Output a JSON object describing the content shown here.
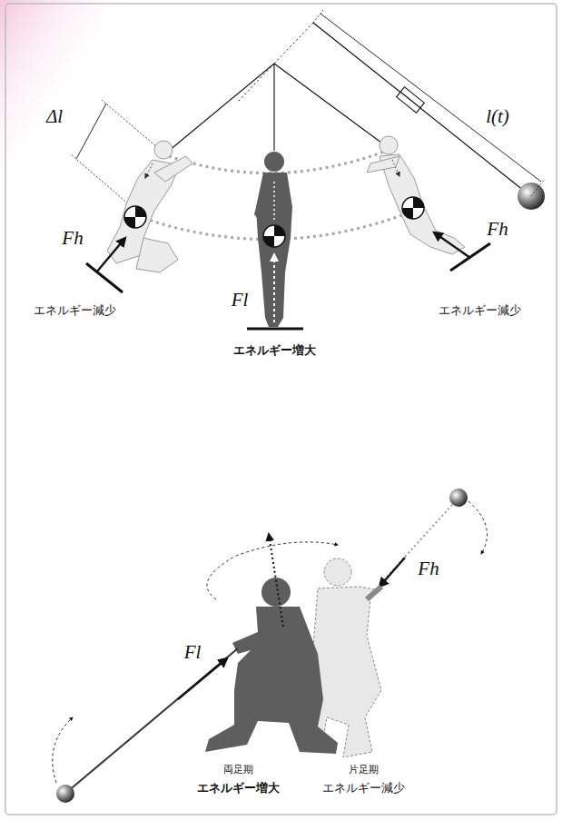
{
  "diagram": {
    "labels": [
      "Δl",
      "l(t)",
      "Fh",
      "Fh",
      "Fl",
      "エネルギー減少",
      "エネルギー増大",
      "エネルギー減少",
      "Fh",
      "Fl",
      "両足期",
      "エネルギー増大",
      "片足期",
      "エネルギー減少"
    ]
  }
}
